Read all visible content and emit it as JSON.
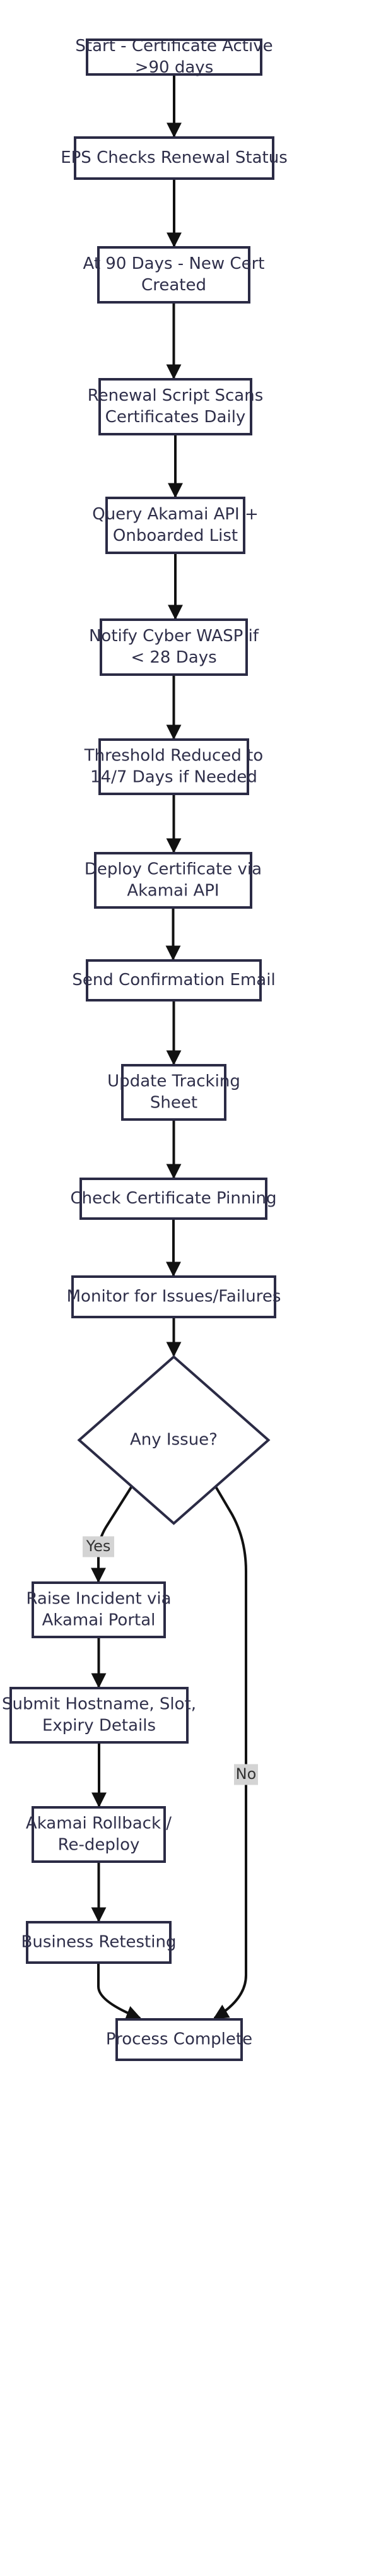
{
  "nodes": {
    "start": [
      "Start - Certificate Active",
      ">90 days"
    ],
    "eps": [
      "EPS Checks Renewal Status"
    ],
    "day90": [
      "At 90 Days - New Cert",
      "Created"
    ],
    "scan": [
      "Renewal Script Scans",
      "Certificates Daily"
    ],
    "query": [
      "Query Akamai API +",
      "Onboarded List"
    ],
    "notify": [
      "Notify Cyber WASP if",
      "< 28 Days"
    ],
    "threshold": [
      "Threshold Reduced to",
      "14/7 Days if Needed"
    ],
    "deploy": [
      "Deploy Certificate via",
      "Akamai API"
    ],
    "email": [
      "Send Confirmation Email"
    ],
    "tracking": [
      "Update Tracking",
      "Sheet"
    ],
    "pinning": [
      "Check Certificate Pinning"
    ],
    "monitor": [
      "Monitor for Issues/Failures"
    ],
    "decision": [
      "Any Issue?"
    ],
    "incident": [
      "Raise Incident via",
      "Akamai Portal"
    ],
    "submit": [
      "Submit Hostname, Slot,",
      "Expiry Details"
    ],
    "rollback": [
      "Akamai Rollback /",
      "Re-deploy"
    ],
    "retest": [
      "Business Retesting"
    ],
    "complete": [
      "Process Complete"
    ]
  },
  "edge_labels": {
    "yes": "Yes",
    "no": "No"
  }
}
